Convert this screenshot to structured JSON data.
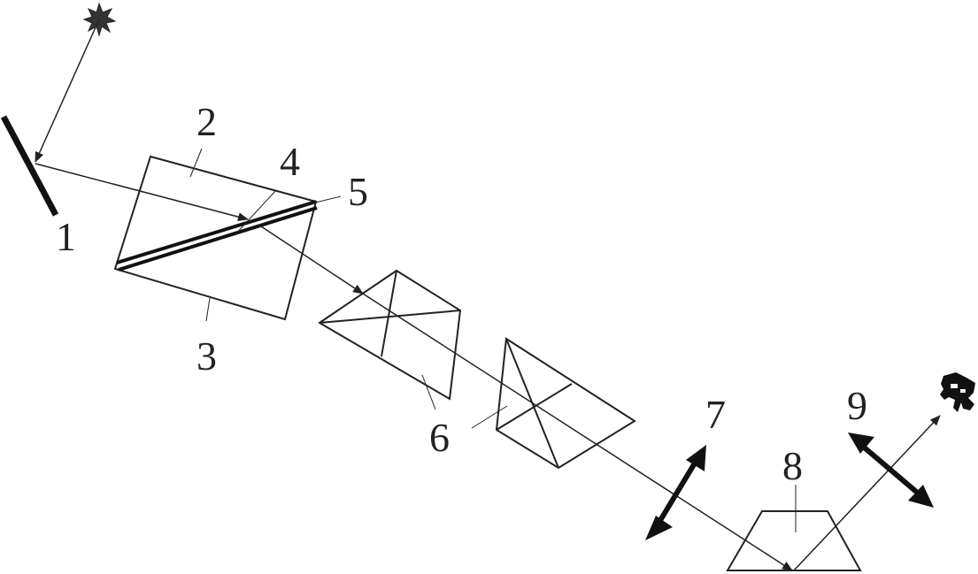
{
  "diagram": {
    "labels": {
      "l1": "1",
      "l2": "2",
      "l3": "3",
      "l4": "4",
      "l5": "5",
      "l6": "6",
      "l7": "7",
      "l8": "8",
      "l9": "9"
    },
    "colors": {
      "line": "#222222",
      "background": "#ffffff"
    },
    "icons": {
      "source": "starburst-light-source-icon",
      "detector": "eye-detector-icon"
    }
  }
}
